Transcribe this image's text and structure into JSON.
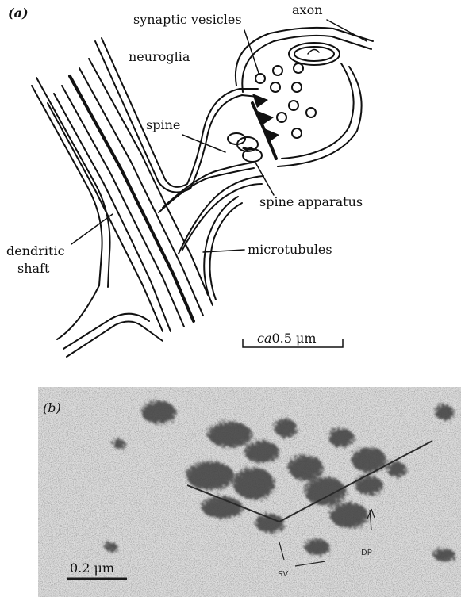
{
  "panel_a": {
    "tag": "(a)",
    "labels": {
      "axon": "axon",
      "synaptic_vesicles": "synaptic vesicles",
      "neuroglia": "neuroglia",
      "spine": "spine",
      "spine_apparatus": "spine apparatus",
      "dendritic": "dendritic",
      "shaft": "shaft",
      "microtubules": "microtubules"
    },
    "scale_bar": {
      "prefix": "ca",
      "value": "0.5 μm"
    }
  },
  "panel_b": {
    "tag": "(b)",
    "scale_bar": "0.2 μm",
    "labels": {
      "sv": "SV",
      "dp": "DP"
    }
  }
}
